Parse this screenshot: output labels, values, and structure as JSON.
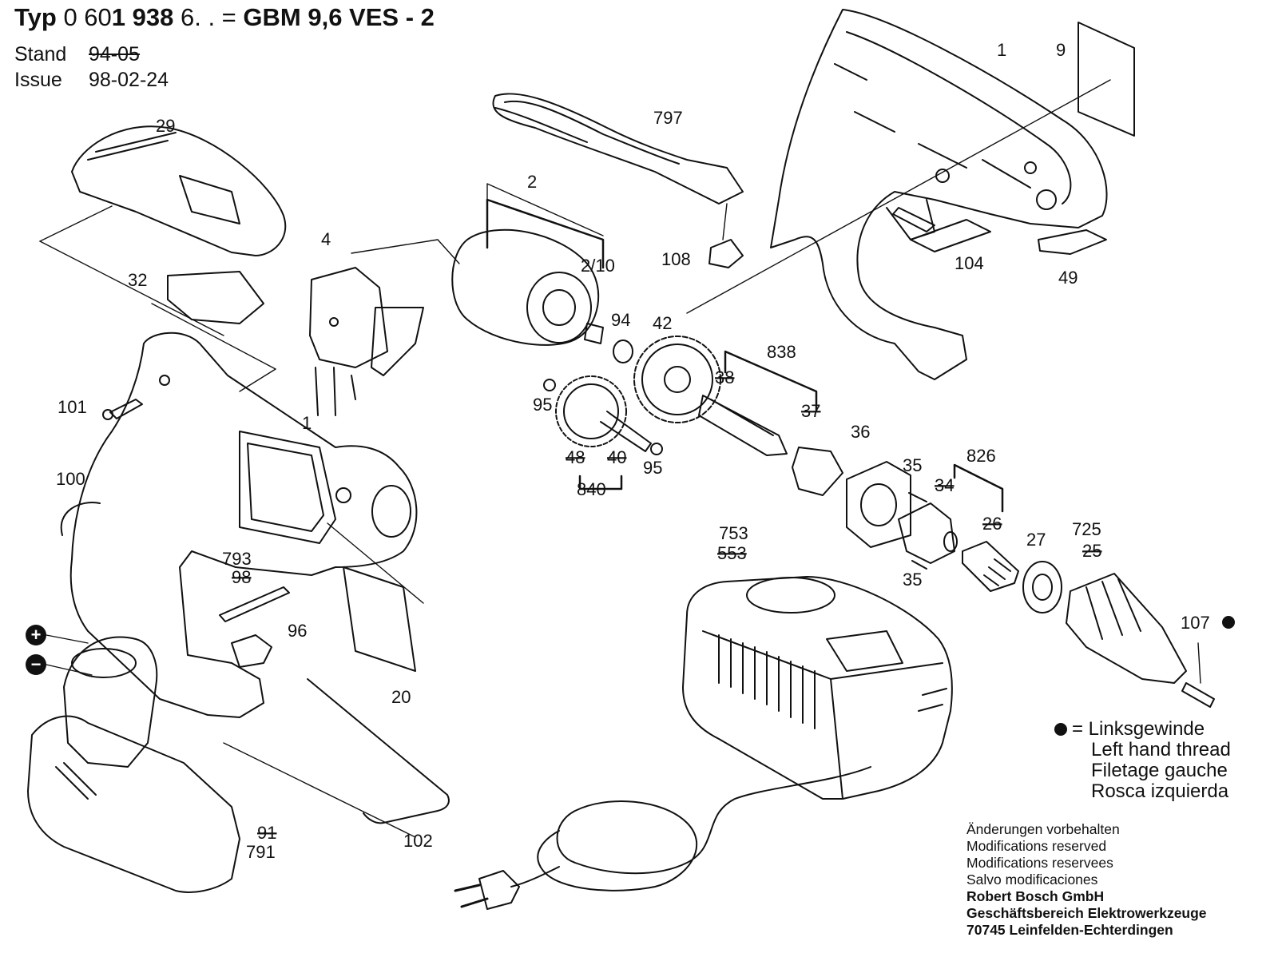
{
  "header": {
    "typ_label": "Typ",
    "typ_number_a": "0 60",
    "typ_number_b": "1 938",
    "typ_number_c": " 6. . =",
    "model": "GBM 9,6 VES - 2",
    "stand_label": "Stand",
    "stand_value": "94-05",
    "issue_label": "Issue",
    "issue_value": "98-02-24"
  },
  "legend": {
    "symbol_meaning_de": "= Linksgewinde",
    "en": "Left hand thread",
    "fr": "Filetage gauche",
    "es": "Rosca izquierda"
  },
  "notes": {
    "de": "Änderungen vorbehalten",
    "en": "Modifications reserved",
    "fr": "Modifications reservees",
    "es": "Salvo modificaciones",
    "company": "Robert Bosch GmbH",
    "division": "Geschäftsbereich Elektrowerkzeuge",
    "address": "70745 Leinfelden-Echterdingen"
  },
  "part_labels": {
    "p1_housing_right": "1",
    "p9": "9",
    "p797": "797",
    "p108": "108",
    "p104": "104",
    "p49": "49",
    "p29": "29",
    "p32": "32",
    "p4": "4",
    "p2": "2",
    "p2_10": "2/10",
    "p94": "94",
    "p42": "42",
    "p838": "838",
    "p38": "38",
    "p37": "37",
    "p36": "36",
    "p95a": "95",
    "p95b": "95",
    "p48": "48",
    "p40": "40",
    "p840": "840",
    "p101": "101",
    "p1_housing_left": "1",
    "p100": "100",
    "p35a": "35",
    "p35b": "35",
    "p826": "826",
    "p34": "34",
    "p26": "26",
    "p27": "27",
    "p725": "725",
    "p25": "25",
    "p107": "107",
    "p753": "753",
    "p553": "553",
    "p793": "793",
    "p98": "98",
    "p96": "96",
    "p20": "20",
    "p102": "102",
    "p91": "91",
    "p791": "791"
  },
  "battery_terminals": {
    "plus": "+",
    "minus": "−"
  }
}
